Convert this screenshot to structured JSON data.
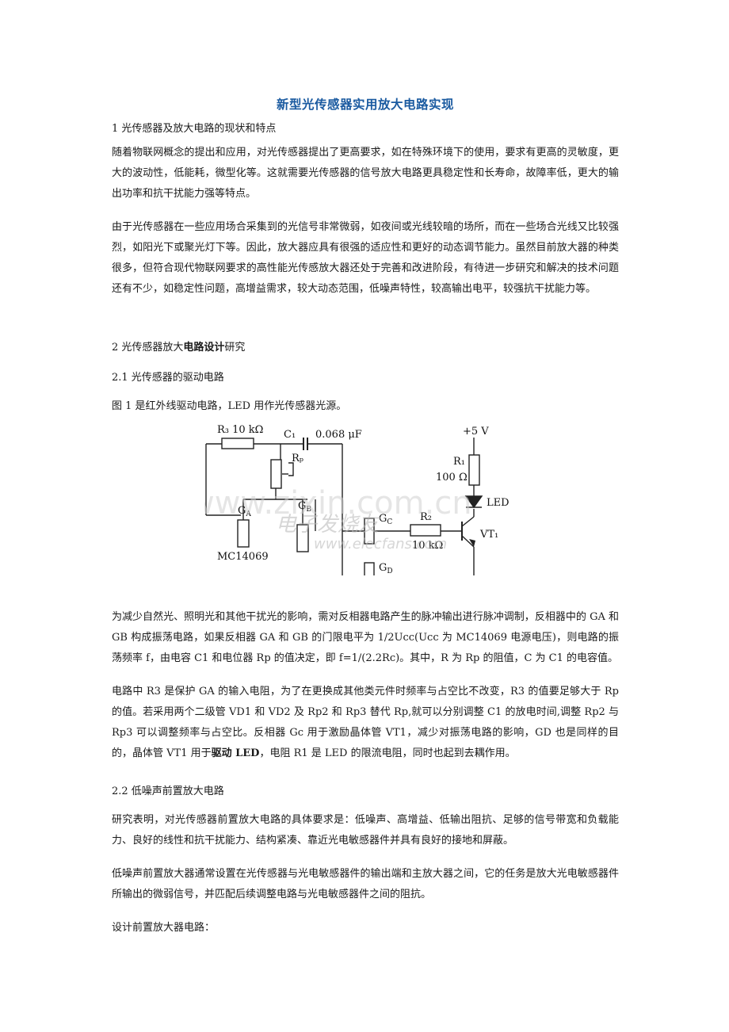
{
  "doc": {
    "title": "新型光传感器实用放大电路实现",
    "s1_heading": "1 光传感器及放大电路的现状和特点",
    "s1_p1": "随着物联网概念的提出和应用，对光传感器提出了更高要求，如在特殊环境下的使用，要求有更高的灵敏度，更大的波动性，低能耗，微型化等。这就需要光传感器的信号放大电路更具稳定性和长寿命，故障率低，更大的输出功率和抗干扰能力强等特点。",
    "s1_p2": "由于光传感器在一些应用场合采集到的光信号非常微弱，如夜间或光线较暗的场所，而在一些场合光线又比较强烈，如阳光下或聚光灯下等。因此，放大器应具有很强的适应性和更好的动态调节能力。虽然目前放大器的种类很多，但符合现代物联网要求的高性能光传感放大器还处于完善和改进阶段，有待进一步研究和解决的技术问题还有不少，如稳定性问题，高增益需求，较大动态范围，低噪声特性，较高输出电平，较强抗干扰能力等。",
    "s2_heading_pre": "2 光传感器放大",
    "s2_heading_bold": "电路设计",
    "s2_heading_post": "研究",
    "s21_heading": "2.1 光传感器的驱动电路",
    "fig_intro": "图 1 是红外线驱动电路，LED 用作光传感器光源。",
    "p_after_fig": "为减少自然光、照明光和其他干扰光的影响，需对反相器电路产生的脉冲输出进行脉冲调制，反相器中的 GA 和 GB 构成振荡电路，如果反相器 GA 和 GB 的门限电平为 1/2Ucc(Ucc 为 MC14069 电源电压)，则电路的振荡频率 f，由电容 C1 和电位器 Rp 的值决定，即 f=1/(2.2Rc)。其中，R 为 Rp 的阻值，C 为 C1 的电容值。",
    "p_r3_pre": "电路中 R3 是保护 GA 的输入电阻，为了在更换成其他类元件时频率与占空比不改变，R3 的值要足够大于 Rp 的值。若采用两个二级管 VD1 和 VD2 及 Rp2 和 Rp3 替代 Rp,就可以分别调整 C1 的放电时间,调整 Rp2 与 Rp3 可以调整频率与占空比。反相器 Gc 用于激励晶体管 VT1，减少对振荡电路的影响，GD 也是同样的目的，晶体管 VT1 用于",
    "p_r3_bold": "驱动 LED",
    "p_r3_post": "，电阻 R1 是 LED 的限流电阻，同时也起到去耦作用。",
    "s22_heading": "2.2 低噪声前置放大电路",
    "s22_p1": "研究表明，对光传感器前置放大电路的具体要求是：低噪声、高增益、低输出阻抗、足够的信号带宽和负载能力、良好的线性和抗干扰能力、结构紧凑、靠近光电敏感器件并具有良好的接地和屏蔽。",
    "s22_p2": "低噪声前置放大器通常设置在光传感器与光电敏感器件的输出端和主放大器之间，它的任务是放大光电敏感器件所输出的微弱信号，并匹配后续调整电路与光电敏感器件之间的阻抗。",
    "s22_p3": "设计前置放大器电路："
  },
  "figure": {
    "r3": "R₃ 10 kΩ",
    "c1": "C₁",
    "c1_value": "0.068 μF",
    "rp": "Rₚ",
    "ga": "G",
    "ga_sub": "A",
    "gb": "G",
    "gb_sub": "B",
    "gc": "G",
    "gc_sub": "C",
    "gd": "G",
    "gd_sub": "D",
    "ic": "MC14069",
    "r2": "R₂",
    "r2_value": "10 kΩ",
    "vcc": "+5 V",
    "r1": "R₁",
    "r1_value": "100 Ω",
    "led": "LED",
    "vt1": "VT₁",
    "watermark1": "www.zixin.com.cn",
    "watermark2": "电子发烧友",
    "watermark3": "www.elecfans.com"
  }
}
